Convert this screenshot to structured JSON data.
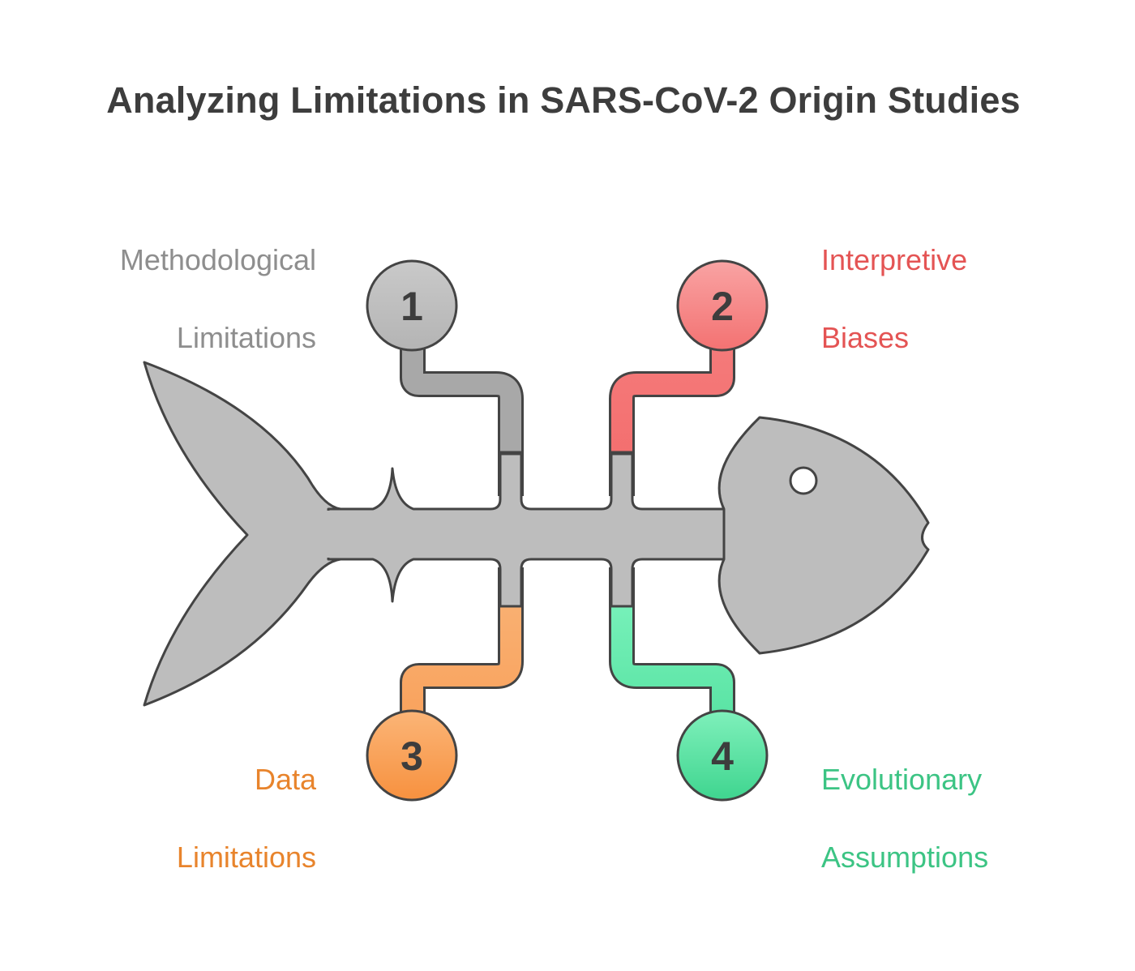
{
  "title": "Analyzing Limitations in SARS-CoV-2 Origin Studies",
  "colors": {
    "body": "#bdbdbd",
    "outline": "#444444",
    "c1": "#a8a8a8",
    "c2": "#f47a7a",
    "c3": "#f9a05a",
    "c4": "#4dd99a"
  },
  "items": [
    {
      "number": "1",
      "label_line1": "Methodological",
      "label_line2": "Limitations",
      "color": "#8e8e8e"
    },
    {
      "number": "2",
      "label_line1": "Interpretive",
      "label_line2": "Biases",
      "color": "#e45454"
    },
    {
      "number": "3",
      "label_line1": "Data",
      "label_line2": "Limitations",
      "color": "#e8842c"
    },
    {
      "number": "4",
      "label_line1": "Evolutionary",
      "label_line2": "Assumptions",
      "color": "#3cc484"
    }
  ]
}
